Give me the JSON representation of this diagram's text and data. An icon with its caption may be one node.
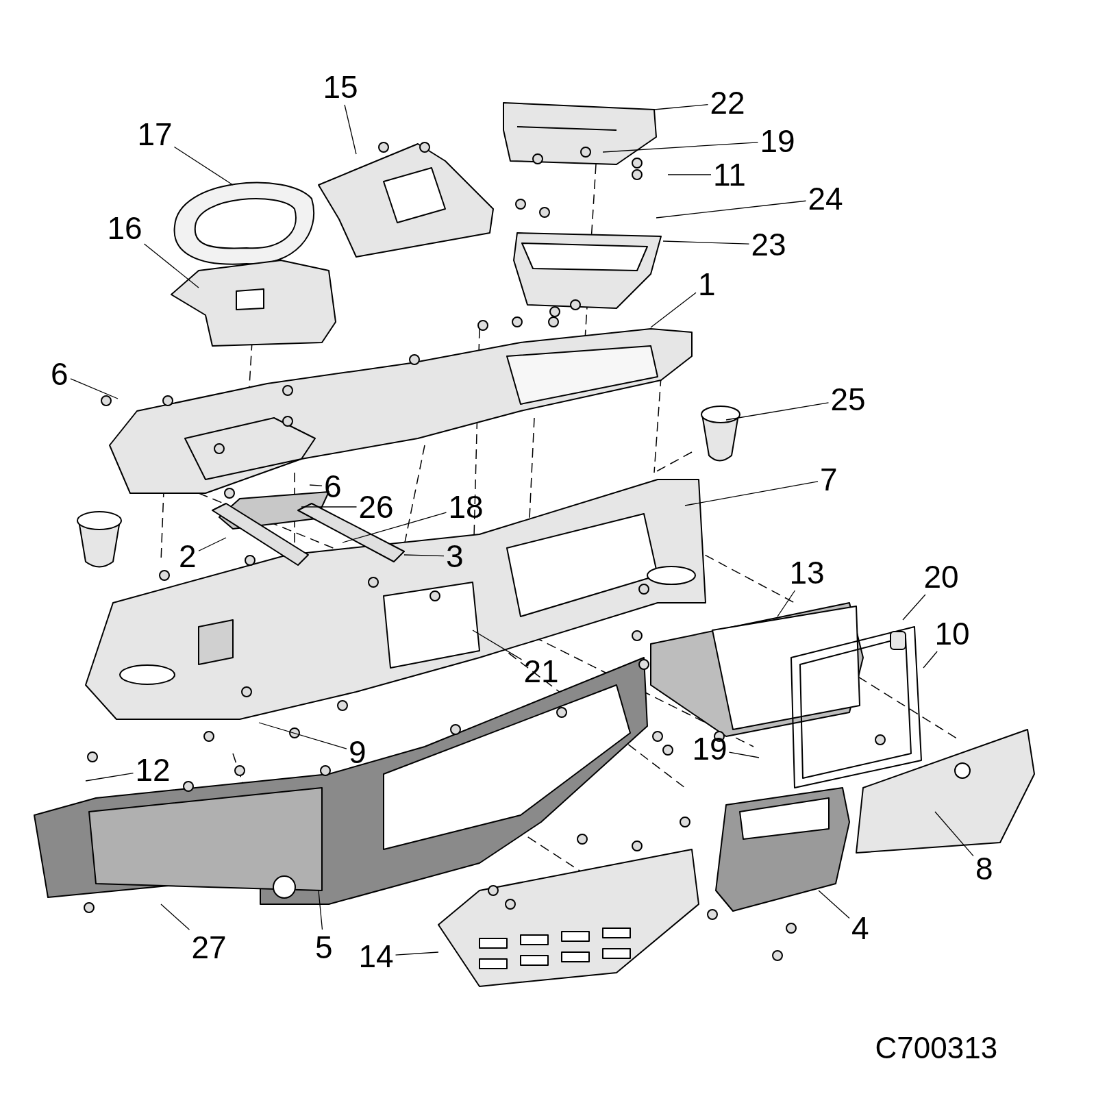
{
  "diagram": {
    "nodes": [
      {
        "text": [
          "15"
        ]
      },
      {
        "text": [
          "17"
        ]
      },
      {
        "text": [
          "22"
        ]
      },
      {
        "text": [
          "19"
        ]
      },
      {
        "text": [
          "11"
        ]
      },
      {
        "text": [
          "24"
        ]
      },
      {
        "text": [
          "23"
        ]
      },
      {
        "text": [
          "16"
        ]
      },
      {
        "text": [
          "1"
        ]
      },
      {
        "text": [
          "6"
        ]
      },
      {
        "text": [
          "25"
        ]
      },
      {
        "text": [
          "7"
        ]
      },
      {
        "text": [
          "6"
        ]
      },
      {
        "text": [
          "26"
        ]
      },
      {
        "text": [
          "18"
        ]
      },
      {
        "text": [
          "2"
        ]
      },
      {
        "text": [
          "3"
        ]
      },
      {
        "text": [
          "13"
        ]
      },
      {
        "text": [
          "20"
        ]
      },
      {
        "text": [
          "10"
        ]
      },
      {
        "text": [
          "21"
        ]
      },
      {
        "text": [
          "9"
        ]
      },
      {
        "text": [
          "19"
        ]
      },
      {
        "text": [
          "12"
        ]
      },
      {
        "text": [
          "8"
        ]
      },
      {
        "text": [
          "4"
        ]
      },
      {
        "text": [
          "27"
        ]
      },
      {
        "text": [
          "5"
        ]
      },
      {
        "text": [
          "14"
        ]
      }
    ],
    "edges": [
      {
        "from": 0,
        "to": null,
        "arrow": "none"
      },
      {
        "from": 1,
        "to": null,
        "arrow": "none"
      },
      {
        "from": 2,
        "to": null,
        "arrow": "none"
      },
      {
        "from": 3,
        "to": null,
        "arrow": "none"
      },
      {
        "from": 4,
        "to": null,
        "arrow": "none"
      },
      {
        "from": 5,
        "to": null,
        "arrow": "none"
      },
      {
        "from": 6,
        "to": null,
        "arrow": "none"
      },
      {
        "from": 7,
        "to": null,
        "arrow": "none"
      },
      {
        "from": 8,
        "to": null,
        "arrow": "none"
      },
      {
        "from": 9,
        "to": null,
        "arrow": "none"
      },
      {
        "from": 10,
        "to": null,
        "arrow": "none"
      },
      {
        "from": 11,
        "to": null,
        "arrow": "none"
      },
      {
        "from": 12,
        "to": null,
        "arrow": "none"
      },
      {
        "from": 13,
        "to": null,
        "arrow": "none"
      },
      {
        "from": 14,
        "to": null,
        "arrow": "none"
      },
      {
        "from": 15,
        "to": null,
        "arrow": "none"
      },
      {
        "from": 16,
        "to": null,
        "arrow": "none"
      },
      {
        "from": 17,
        "to": null,
        "arrow": "none"
      },
      {
        "from": 18,
        "to": null,
        "arrow": "none"
      },
      {
        "from": 19,
        "to": null,
        "arrow": "none"
      },
      {
        "from": 20,
        "to": null,
        "arrow": "none"
      },
      {
        "from": 21,
        "to": null,
        "arrow": "none"
      },
      {
        "from": 22,
        "to": null,
        "arrow": "none"
      },
      {
        "from": 23,
        "to": null,
        "arrow": "none"
      },
      {
        "from": 24,
        "to": null,
        "arrow": "none"
      },
      {
        "from": 25,
        "to": null,
        "arrow": "none"
      },
      {
        "from": 26,
        "to": null,
        "arrow": "none"
      },
      {
        "from": 27,
        "to": null,
        "arrow": "none"
      },
      {
        "from": 28,
        "to": null,
        "arrow": "none"
      }
    ],
    "labels": [
      "C700313"
    ]
  }
}
